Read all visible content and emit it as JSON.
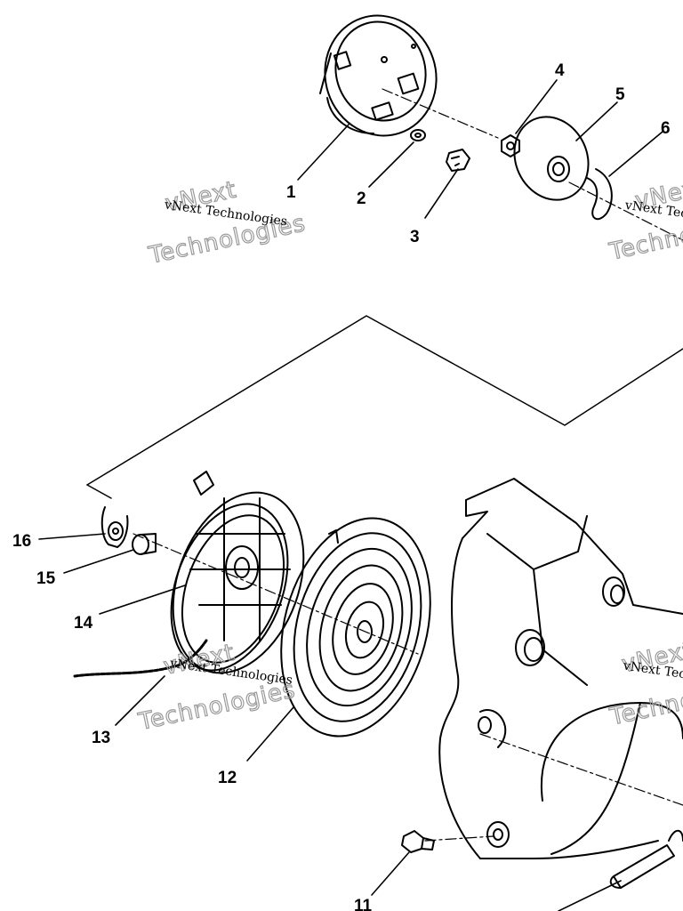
{
  "callouts": {
    "c1": "1",
    "c2": "2",
    "c3": "3",
    "c4": "4",
    "c5": "5",
    "c6": "6",
    "c11": "11",
    "c12": "12",
    "c13": "13",
    "c14": "14",
    "c15": "15",
    "c16": "16"
  },
  "watermarks": [
    {
      "brand": "vNext",
      "word": "Technologies",
      "caption": "vNext Technologies"
    },
    {
      "brand": "vNext",
      "word": "Technologies",
      "caption": "vNext Technologies"
    },
    {
      "brand": "vNext",
      "word": "Technologies",
      "caption": "vNext Technologies"
    },
    {
      "brand": "vNext",
      "word": "Technologies",
      "caption": "vNext Technologies"
    }
  ],
  "colors": {
    "ink": "#000000",
    "watermark": "#9a9a9a",
    "paper": "#ffffff"
  }
}
